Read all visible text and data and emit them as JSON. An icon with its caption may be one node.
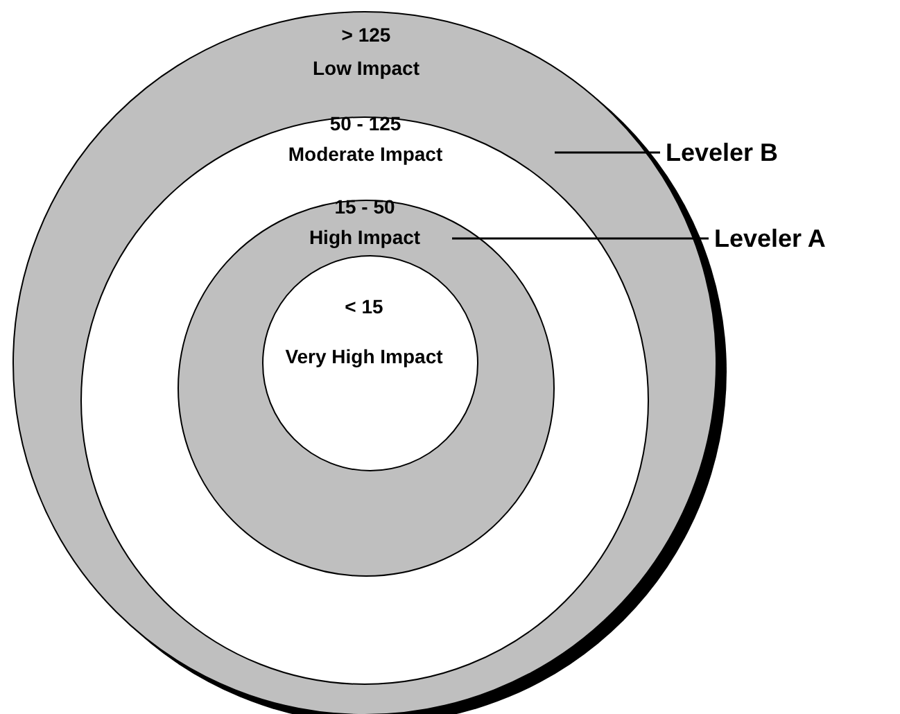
{
  "diagram": {
    "nodes": [
      {
        "text": [
          "> 125",
          "Low Impact"
        ]
      },
      {
        "text": [
          "50 - 125",
          "Moderate Impact"
        ],
        "in": 0
      },
      {
        "text": [
          "15 - 50",
          "High Impact"
        ],
        "in": 1
      },
      {
        "text": [
          "< 15",
          "Very High Impact"
        ],
        "in": 2
      },
      {
        "text": [
          "Leveler B"
        ]
      },
      {
        "text": [
          "Leveler A"
        ]
      }
    ],
    "edges": [
      {
        "from": 4,
        "to": 1,
        "arrow": "none"
      },
      {
        "from": 5,
        "to": 2,
        "arrow": "none"
      }
    ]
  }
}
